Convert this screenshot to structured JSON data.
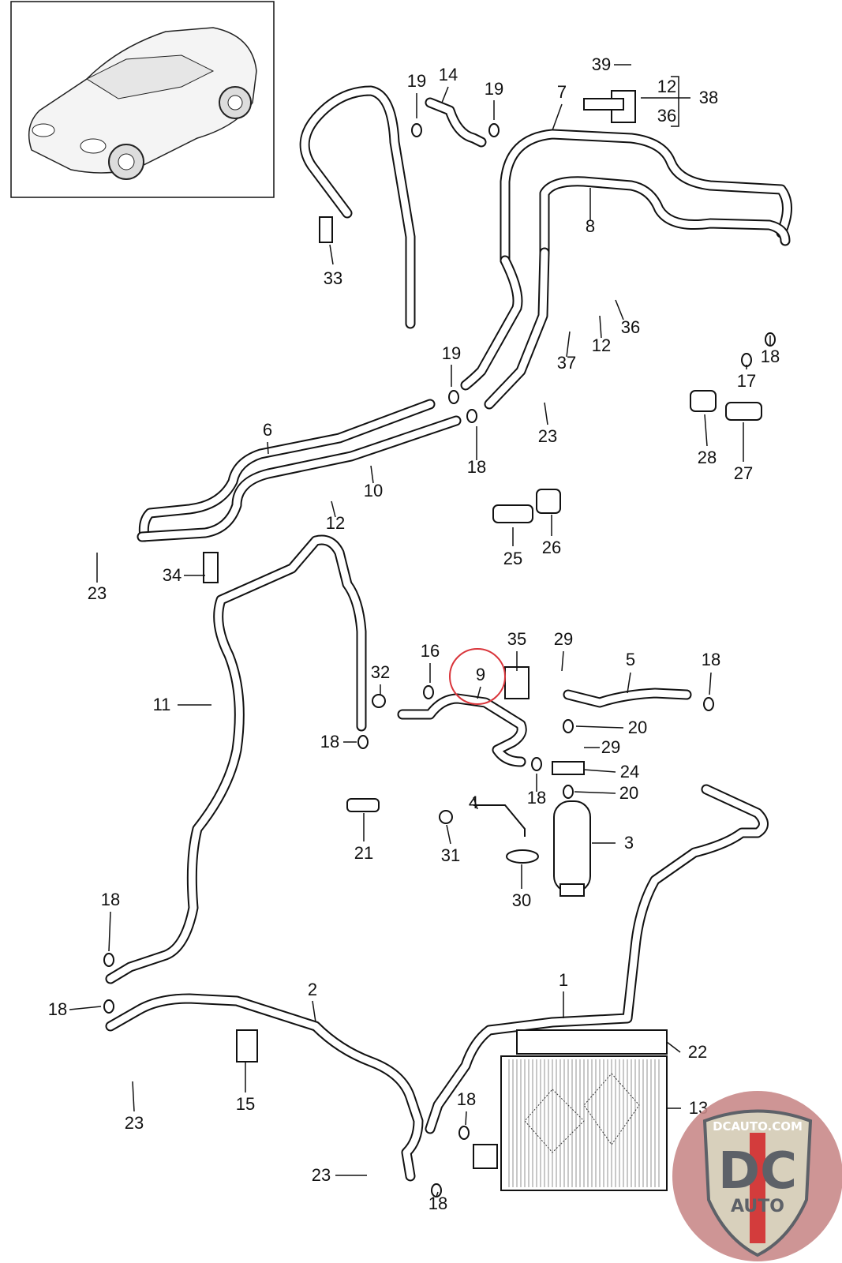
{
  "diagram": {
    "callouts": [
      "19",
      "14",
      "19",
      "7",
      "39",
      "12",
      "38",
      "36",
      "33",
      "8",
      "36",
      "12",
      "37",
      "18",
      "17",
      "19",
      "23",
      "18",
      "6",
      "10",
      "12",
      "28",
      "27",
      "25",
      "26",
      "23",
      "34",
      "29",
      "35",
      "16",
      "9",
      "5",
      "18",
      "32",
      "11",
      "20",
      "29",
      "24",
      "18",
      "20",
      "18",
      "4",
      "3",
      "21",
      "31",
      "30",
      "18",
      "18",
      "2",
      "1",
      "22",
      "13",
      "15",
      "23",
      "18",
      "23",
      "18"
    ],
    "highlight_color": "#d9343a",
    "highlighted_part": "9"
  },
  "watermark": {
    "site": "DCAUTO.COM",
    "mark": "DC",
    "word": "AUTO",
    "colors": {
      "shield": "#d8d0bc",
      "letters": "#5d6168",
      "stripe": "#d33c3c",
      "badge_bg": "#c98a8a"
    }
  }
}
